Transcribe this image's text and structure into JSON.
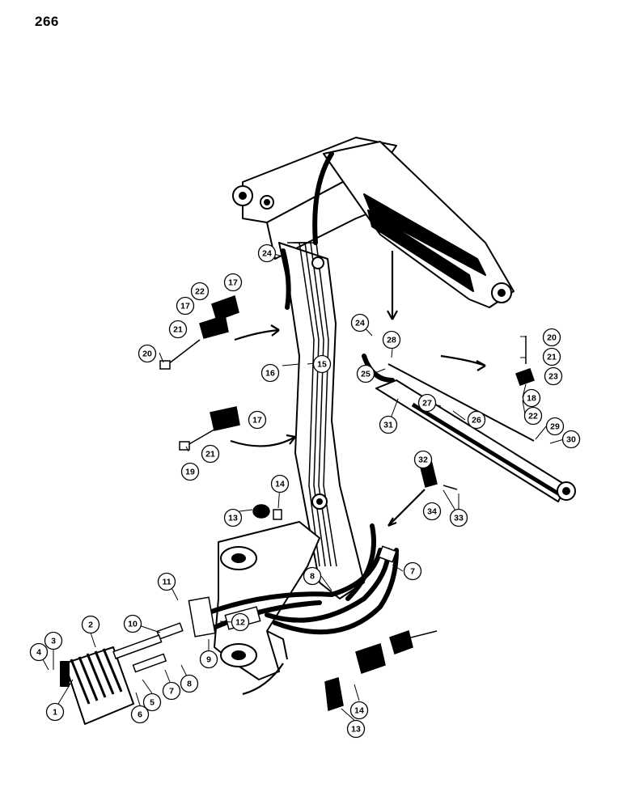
{
  "page_number": "266",
  "callouts": [
    {
      "id": "c1",
      "label": "1"
    },
    {
      "id": "c2",
      "label": "2"
    },
    {
      "id": "c3",
      "label": "3"
    },
    {
      "id": "c4",
      "label": "4"
    },
    {
      "id": "c5",
      "label": "5"
    },
    {
      "id": "c6",
      "label": "6"
    },
    {
      "id": "c7a",
      "label": "7"
    },
    {
      "id": "c7b",
      "label": "7"
    },
    {
      "id": "c8a",
      "label": "8"
    },
    {
      "id": "c8b",
      "label": "8"
    },
    {
      "id": "c9",
      "label": "9"
    },
    {
      "id": "c10",
      "label": "10"
    },
    {
      "id": "c11",
      "label": "11"
    },
    {
      "id": "c12",
      "label": "12"
    },
    {
      "id": "c13a",
      "label": "13"
    },
    {
      "id": "c13b",
      "label": "13"
    },
    {
      "id": "c14a",
      "label": "14"
    },
    {
      "id": "c14b",
      "label": "14"
    },
    {
      "id": "c15",
      "label": "15"
    },
    {
      "id": "c16",
      "label": "16"
    },
    {
      "id": "c17a",
      "label": "17"
    },
    {
      "id": "c17b",
      "label": "17"
    },
    {
      "id": "c17c",
      "label": "17"
    },
    {
      "id": "c18",
      "label": "18"
    },
    {
      "id": "c19",
      "label": "19"
    },
    {
      "id": "c20a",
      "label": "20"
    },
    {
      "id": "c20b",
      "label": "20"
    },
    {
      "id": "c21a",
      "label": "21"
    },
    {
      "id": "c21b",
      "label": "21"
    },
    {
      "id": "c21c",
      "label": "21"
    },
    {
      "id": "c22a",
      "label": "22"
    },
    {
      "id": "c22b",
      "label": "22"
    },
    {
      "id": "c23",
      "label": "23"
    },
    {
      "id": "c24a",
      "label": "24"
    },
    {
      "id": "c24b",
      "label": "24"
    },
    {
      "id": "c25",
      "label": "25"
    },
    {
      "id": "c26",
      "label": "26"
    },
    {
      "id": "c27",
      "label": "27"
    },
    {
      "id": "c28",
      "label": "28"
    },
    {
      "id": "c29",
      "label": "29"
    },
    {
      "id": "c30",
      "label": "30"
    },
    {
      "id": "c31",
      "label": "31"
    },
    {
      "id": "c32",
      "label": "32"
    },
    {
      "id": "c33",
      "label": "33"
    },
    {
      "id": "c34",
      "label": "34"
    }
  ]
}
